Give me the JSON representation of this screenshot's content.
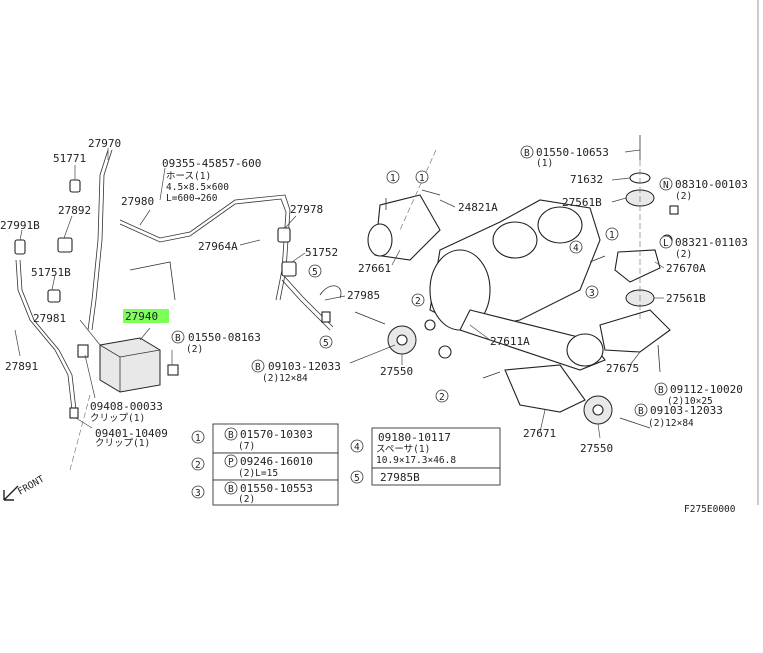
{
  "labels": {
    "p27970": "27970",
    "p51771": "51771",
    "p09355": "09355-45857-600",
    "p09355_l1": "ホース(1)",
    "p09355_l2": "4.5×8.5×600",
    "p09355_l3": "L=600→260",
    "p27892": "27892",
    "p27980": "27980",
    "p27991b": "27991B",
    "p27964a": "27964A",
    "p27978": "27978",
    "p51751b": "51751B",
    "p51752": "51752",
    "p27981": "27981",
    "p27940": "27940",
    "p01550_08163": "01550-08163",
    "p01550_08163_q": "(2)",
    "p27891": "27891",
    "p09103_a": "09103-12033",
    "p09103_a_q": "(2)12×84",
    "p27985": "27985",
    "p09408": "09408-00033",
    "p09408_q": "クリップ(1)",
    "p09401": "09401-10409",
    "p09401_q": "クリップ(1)",
    "p27550_a": "27550",
    "p27611a": "27611A",
    "p27661": "27661",
    "p24821a": "24821A",
    "p01550_10653": "01550-10653",
    "p01550_10653_q": "(1)",
    "p71632": "71632",
    "p08310": "08310-00103",
    "p08310_q": "(2)",
    "p27561b_a": "27561B",
    "p08321": "08321-01103",
    "p08321_q": "(2)",
    "p27670a": "27670A",
    "p27561b_b": "27561B",
    "p27675": "27675",
    "p09112": "09112-10020",
    "p09112_q": "(2)10×25",
    "p09103_b": "09103-12033",
    "p09103_b_q": "(2)12×84",
    "p27671": "27671",
    "p27550_b": "27550",
    "front": "FRONT",
    "fig": "F275E0000"
  },
  "callouts": {
    "c1": "1",
    "c2": "2",
    "c5": "5",
    "B": "B",
    "P": "P",
    "N": "N",
    "L": "L"
  },
  "legend": [
    {
      "num": "1",
      "mark": "B",
      "part": "01570-10303",
      "qty": "(7)"
    },
    {
      "num": "2",
      "mark": "P",
      "part": "09246-16010",
      "qty": "(2)L=15"
    },
    {
      "num": "3",
      "mark": "B",
      "part": "01550-10553",
      "qty": "(2)"
    },
    {
      "num": "4",
      "mark": "",
      "part": "09180-10117",
      "qty": "スペーサ(1)",
      "extra": "10.9×17.3×46.8"
    },
    {
      "num": "5",
      "mark": "",
      "part": "27985B",
      "qty": ""
    }
  ],
  "colors": {
    "highlight": "#7dff5a",
    "ink": "#222222"
  }
}
